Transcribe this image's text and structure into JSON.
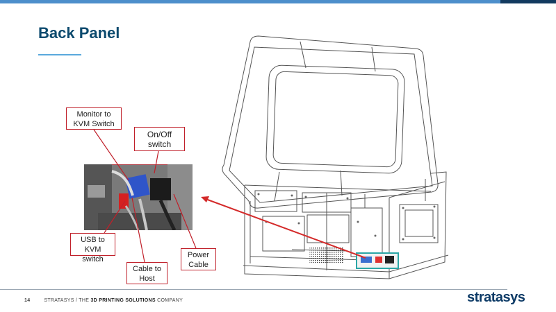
{
  "slide": {
    "title": "Back Panel",
    "page_number": "14",
    "footer_prefix": "STRATASYS  /  THE ",
    "footer_bold": "3D PRINTING SOLUTIONS",
    "footer_suffix": " COMPANY",
    "logo_text": "stratasys"
  },
  "callouts": {
    "monitor_kvm": "Monitor to KVM Switch",
    "on_off": "On/Off switch",
    "usb_kvm": "USB to KVM switch",
    "cable_host": "Cable to Host",
    "power_cable": "Power Cable"
  },
  "colors": {
    "accent_blue": "#4d8fcb",
    "title_navy": "#0c4a6e",
    "callout_red": "#c0202a",
    "arrow_red": "#d42a2a"
  }
}
